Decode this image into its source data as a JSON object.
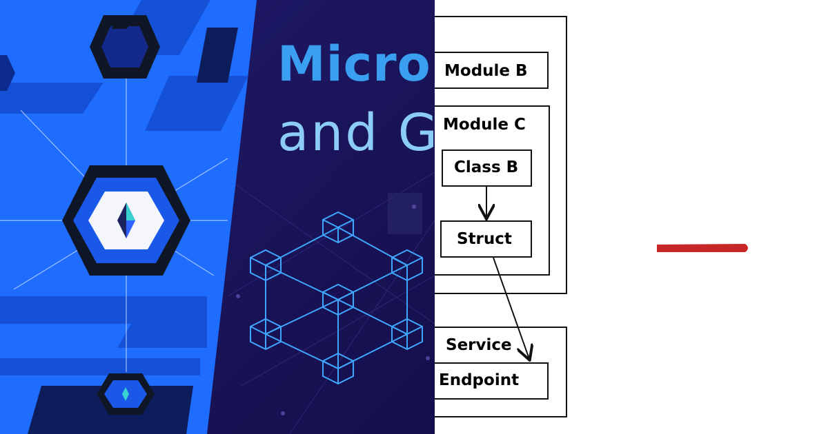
{
  "promo": {
    "headline_line1": "Micro",
    "headline_line2": "and G"
  },
  "diagram": {
    "module_b": "Module B",
    "module_c": "Module C",
    "class_b": "Class B",
    "struct": "Struct",
    "service": "Service",
    "endpoint": "Endpoint"
  },
  "colors": {
    "promo_blue": "#1e6dff",
    "promo_navy": "#1a1660",
    "headline_blue": "#3a9ff0",
    "accent_red": "#c62828"
  }
}
